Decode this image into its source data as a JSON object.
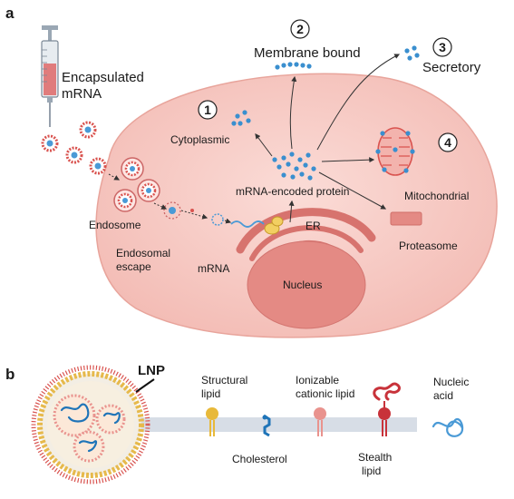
{
  "panel_a": {
    "label": "a",
    "encapsulated": [
      "Encapsulated",
      "mRNA"
    ],
    "endosome": "Endosome",
    "endosomal_escape": [
      "Endosomal",
      "escape"
    ],
    "mrna": "mRNA",
    "er": "ER",
    "nucleus": "Nucleus",
    "protein": "mRNA-encoded protein",
    "proteasome": "Proteasome",
    "destinations": [
      {
        "number": "1",
        "label": "Cytoplasmic"
      },
      {
        "number": "2",
        "label": "Membrane bound"
      },
      {
        "number": "3",
        "label": "Secretory"
      },
      {
        "number": "4",
        "label": "Mitochondrial"
      }
    ]
  },
  "panel_b": {
    "label": "b",
    "lnp": "LNP",
    "components": [
      {
        "label": [
          "Structural",
          "lipid"
        ]
      },
      {
        "label": [
          "Cholesterol"
        ]
      },
      {
        "label": [
          "Ionizable",
          "cationic lipid"
        ]
      },
      {
        "label": [
          "Stealth",
          "lipid"
        ]
      },
      {
        "label": [
          "Nucleic",
          "acid"
        ]
      }
    ]
  },
  "colors": {
    "cell_fill": "#f6c9c3",
    "cell_stroke": "#e8a49b",
    "nucleus": "#e48a84",
    "er": "#d7736e",
    "protein_dot": "#3a8fcf",
    "rna": "#4a9ad6",
    "bar": "#d7dde6",
    "structural_lipid": "#e8b93a",
    "cholesterol": "#1f74b8",
    "ionizable_lipid": "#e9938e",
    "stealth_lipid": "#c8323a"
  }
}
